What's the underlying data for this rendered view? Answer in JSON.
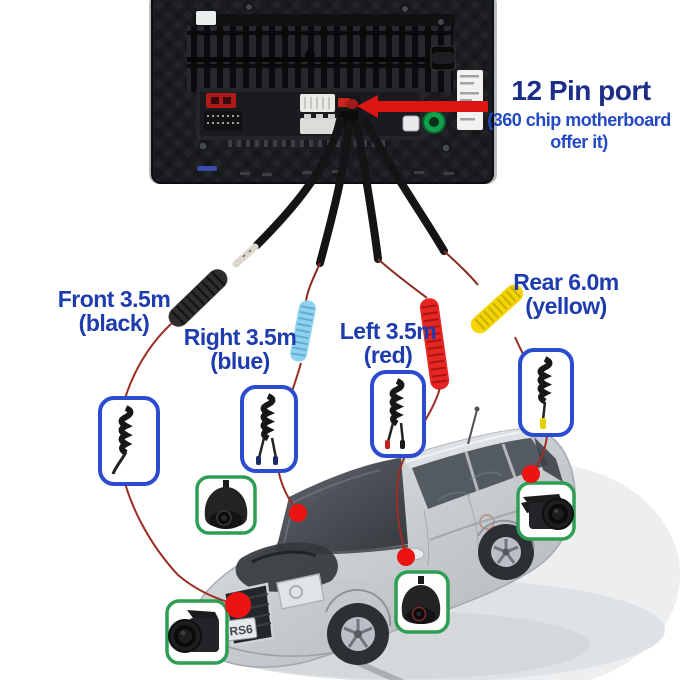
{
  "annotation": {
    "port_title": "12 Pin port",
    "port_subtitle_line1": "(360 chip motherboard",
    "port_subtitle_line2": "offer it)"
  },
  "cables": [
    {
      "name": "front",
      "label": "Front 3.5m",
      "sub_label": "(black)",
      "connector_color": "#2e2e31"
    },
    {
      "name": "right",
      "label": "Right 3.5m",
      "sub_label": "(blue)",
      "connector_color": "#8ed2ef"
    },
    {
      "name": "left",
      "label": "Left 3.5m",
      "sub_label": "(red)",
      "connector_color": "#e52622"
    },
    {
      "name": "rear",
      "label": "Rear 6.0m",
      "sub_label": "(yellow)",
      "connector_color": "#f4d503"
    }
  ],
  "car": {
    "license_plate": "RS6"
  },
  "colors": {
    "label_text_blue": "#1e3cae",
    "title_navy": "#1c2e87",
    "subtitle_blue": "#2449c5",
    "arrow_red": "#dc1414",
    "marker_dot_red": "#ec1313",
    "bundle_box_outline_blue": "#2b4bd0",
    "camera_box_outline_green": "#2f9e55",
    "antenna_jack_green": "#12a04b"
  }
}
